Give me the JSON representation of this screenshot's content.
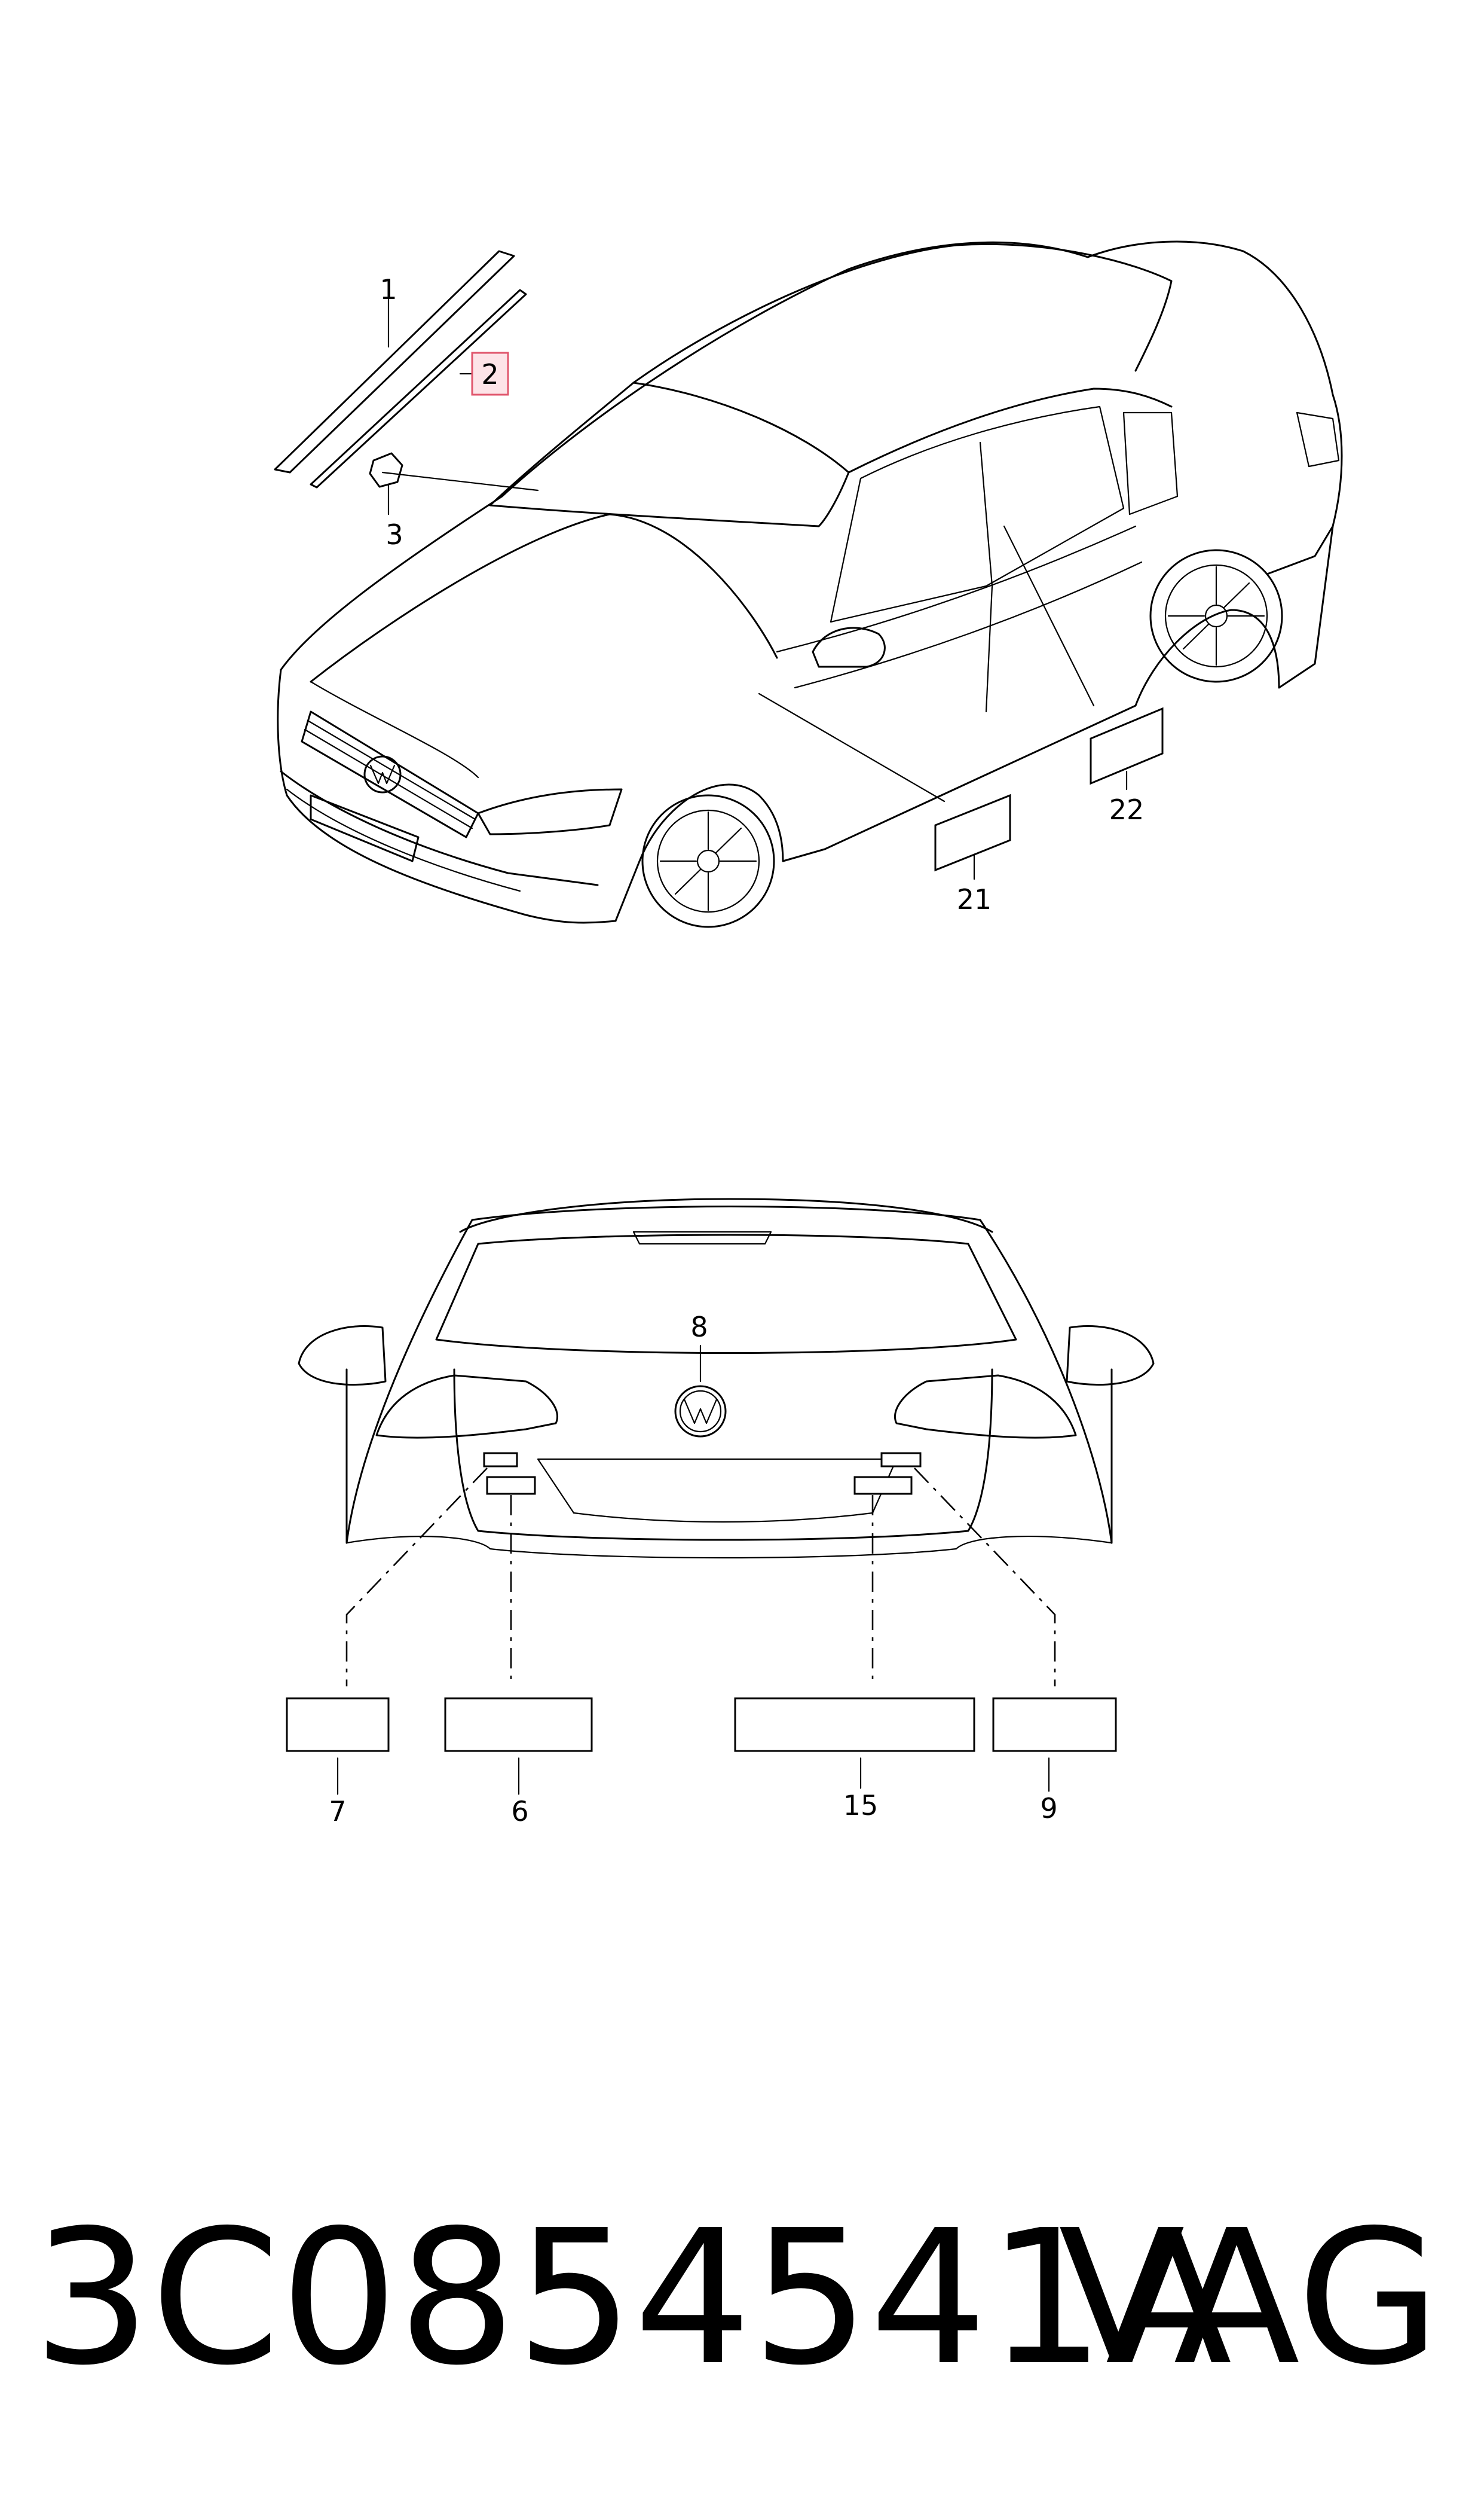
{
  "callouts": {
    "c1": "1",
    "c2": "2",
    "c3": "3",
    "c21": "21",
    "c22": "22",
    "c8": "8",
    "c7": "7",
    "c6": "6",
    "c15": "15",
    "c9": "9"
  },
  "highlighted_callout": "2",
  "footer": {
    "part_number": "3C0854541A",
    "brand": "VAG"
  },
  "colors": {
    "highlight_fill": "#fde4e8",
    "highlight_stroke": "#e0566c",
    "line": "#000000"
  }
}
